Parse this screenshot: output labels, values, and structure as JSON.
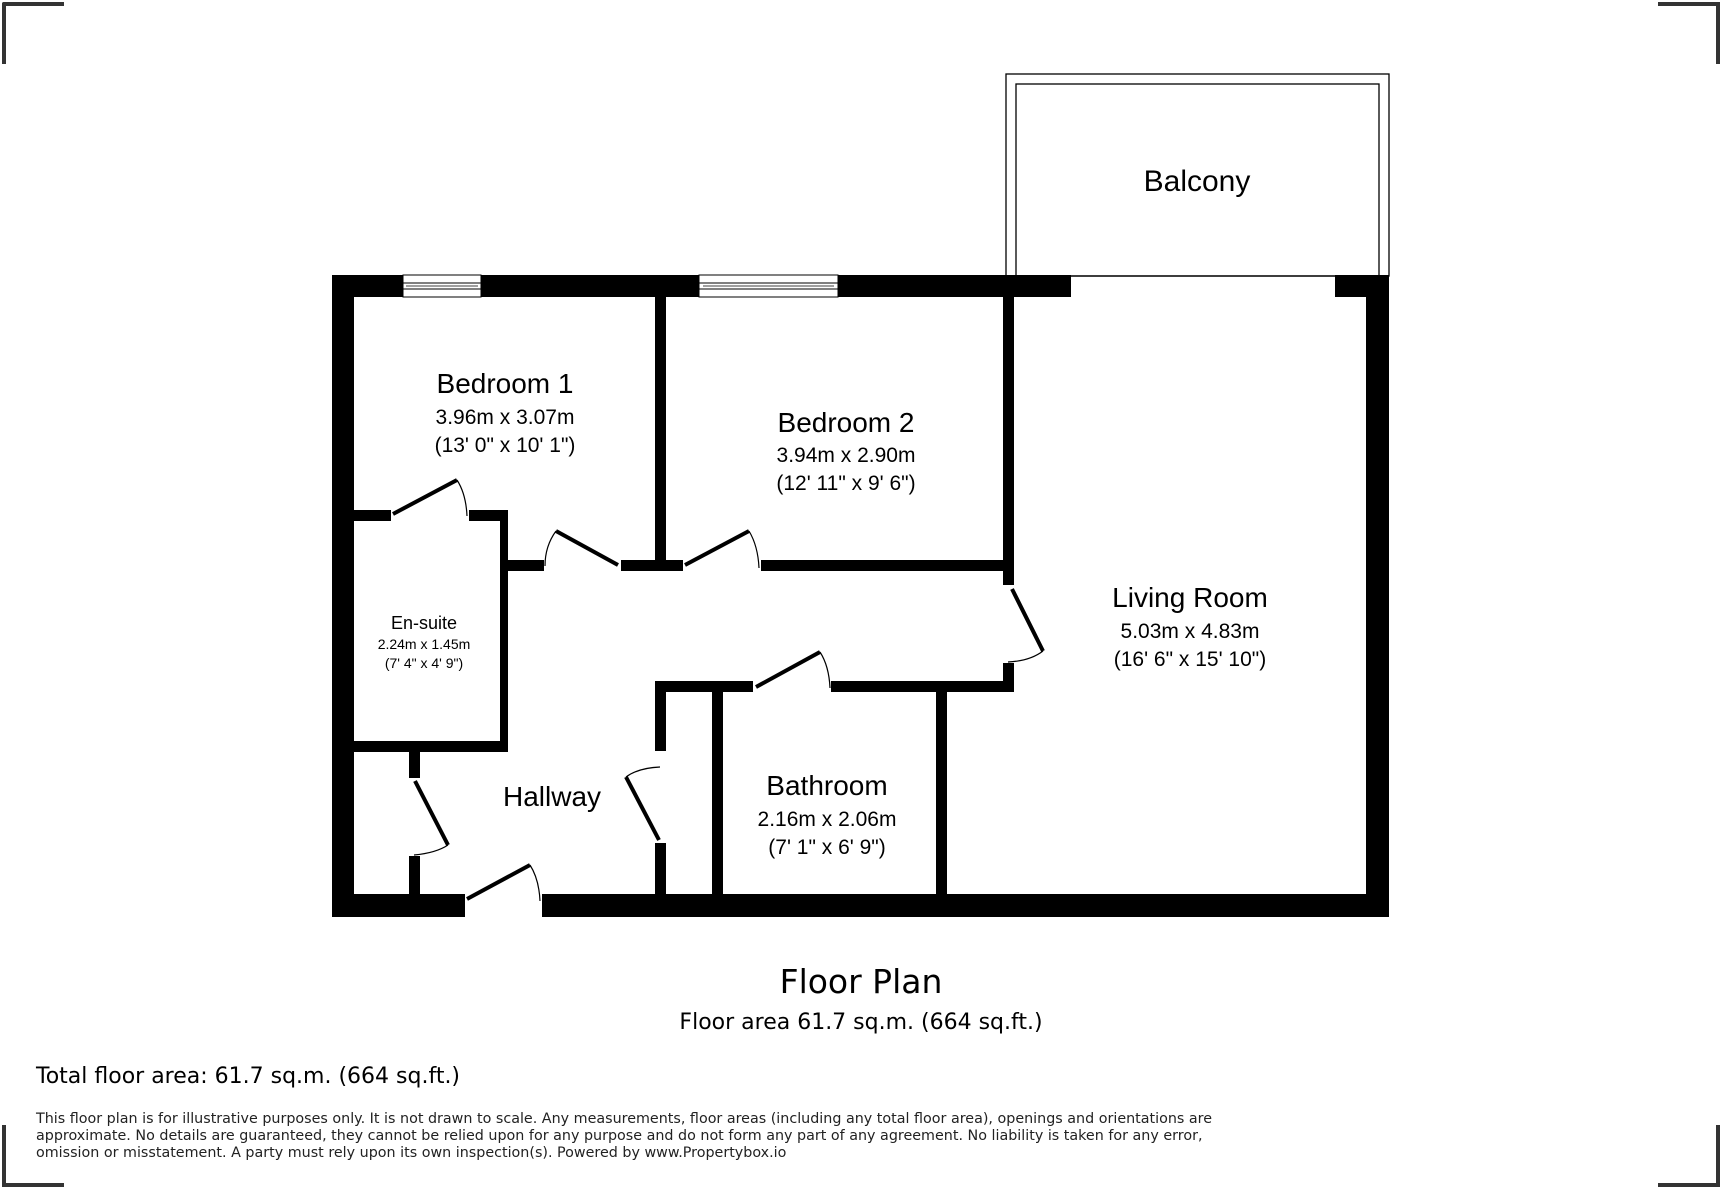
{
  "plan": {
    "title": "Floor Plan",
    "floor_area": "Floor area 61.7 sq.m. (664 sq.ft.)",
    "total_floor_area": "Total floor area: 61.7 sq.m. (664 sq.ft.)",
    "disclaimer": "This floor plan is for illustrative purposes only. It is not drawn to scale. Any measurements, floor areas (including any total floor area), openings and orientations are approximate. No details are guaranteed, they cannot be relied upon for any purpose and do not form any part of any agreement. No liability is taken for any error, omission or misstatement. A party must rely upon its own inspection(s). Powered by www.Propertybox.io"
  },
  "rooms": {
    "balcony": {
      "name": "Balcony"
    },
    "bedroom1": {
      "name": "Bedroom 1",
      "metric": "3.96m x 3.07m",
      "imperial": "(13' 0\" x 10' 1\")"
    },
    "bedroom2": {
      "name": "Bedroom 2",
      "metric": "3.94m x 2.90m",
      "imperial": "(12' 11\" x 9' 6\")"
    },
    "ensuite": {
      "name": "En-suite",
      "metric": "2.24m x 1.45m",
      "imperial": "(7' 4\" x 4' 9\")"
    },
    "living": {
      "name": "Living Room",
      "metric": "5.03m x 4.83m",
      "imperial": "(16' 6\" x 15' 10\")"
    },
    "hallway": {
      "name": "Hallway"
    },
    "bathroom": {
      "name": "Bathroom",
      "metric": "2.16m x 2.06m",
      "imperial": "(7' 1\" x 6' 9\")"
    }
  },
  "colors": {
    "wall": "#000000",
    "corner_mark": "#333333",
    "background": "#ffffff"
  }
}
